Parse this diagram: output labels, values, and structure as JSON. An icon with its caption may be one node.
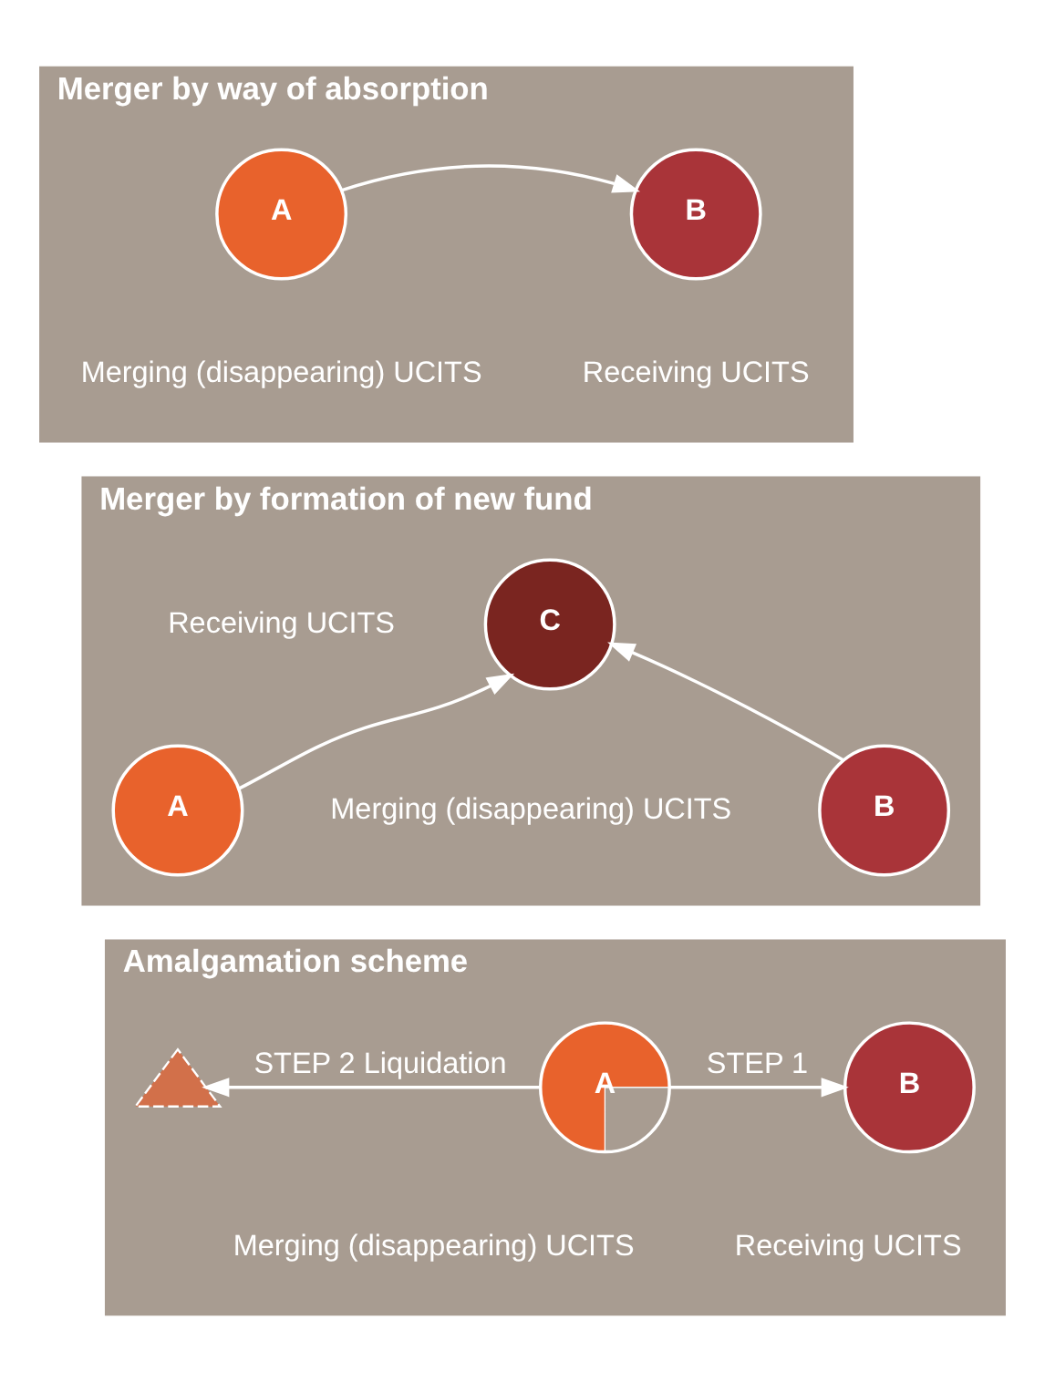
{
  "diagram": {
    "nodes": [
      {
        "text": [
          "Merger by way of absorption"
        ]
      },
      {
        "text": [
          "A"
        ],
        "in": 0,
        "beside": [
          "Merging (disappearing) UCITS"
        ]
      },
      {
        "text": [
          "B"
        ],
        "in": 0,
        "beside": [
          "Receiving UCITS"
        ]
      },
      {
        "text": [
          "Merger by formation of new fund"
        ]
      },
      {
        "text": [
          "C"
        ],
        "in": 3,
        "beside": [
          "Receiving UCITS"
        ]
      },
      {
        "text": [
          "A"
        ],
        "in": 3
      },
      {
        "text": [
          "B"
        ],
        "in": 3
      },
      {
        "text": [
          "Amalgamation scheme"
        ]
      },
      {
        "text": [],
        "shape": "wedge",
        "in": 7
      },
      {
        "text": [
          "A"
        ],
        "in": 7,
        "beside": [
          "Merging (disappearing) UCITS"
        ]
      },
      {
        "text": [
          "B"
        ],
        "in": 7,
        "beside": [
          "Receiving UCITS"
        ]
      }
    ],
    "edges": [
      {
        "from": 1,
        "to": 2,
        "arrow": "to"
      },
      {
        "from": 5,
        "to": 4,
        "arrow": "to"
      },
      {
        "from": 6,
        "to": 4,
        "arrow": "to"
      },
      {
        "from": 9,
        "to": 8,
        "arrow": "to",
        "label": "STEP 2 Liquidation"
      },
      {
        "from": 9,
        "to": 10,
        "arrow": "to",
        "label": "STEP 1"
      }
    ],
    "labels": [
      "Merging (disappearing) UCITS"
    ]
  }
}
